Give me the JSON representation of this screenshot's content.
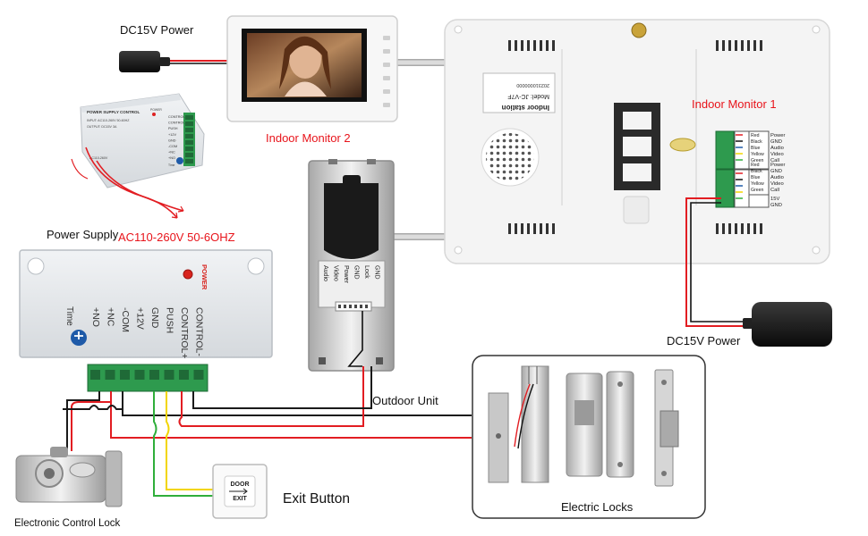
{
  "labels": {
    "dc15v_power_top": "DC15V Power",
    "indoor_monitor_2": "Indoor Monitor 2",
    "indoor_monitor_1": "Indoor Monitor 1",
    "power_supply": "Power Supply",
    "ac_input": "AC110-260V 50-6OHZ",
    "outdoor_unit": "Outdoor Unit",
    "dc15v_power_right": "DC15V Power",
    "exit_button": "Exit Button",
    "electronic_control_lock": "Electronic Control Lock",
    "electric_locks": "Electric Locks"
  },
  "power_supply_box": {
    "power": "POWER",
    "time": "Time",
    "terminals": [
      "+NO",
      "+NC",
      "-COM",
      "+12V",
      "GND",
      "PUSH",
      "CONTROL+",
      "CONTROL-"
    ]
  },
  "small_power_box": {
    "title": "POWER SUPPLY CONTROL",
    "input": "INPUT: AC110-260V 50-60HZ",
    "output": "OUTPUT: DC15V 3A",
    "model": "AC110-260V",
    "terminals": [
      "CONTROL",
      "CONTROL",
      "PUSH",
      "+12V",
      "GND",
      "-COM",
      "+NC",
      "+NO"
    ],
    "power": "POWER",
    "time": "Time"
  },
  "monitor_back": {
    "label_lines": [
      "Indoor station",
      "Model: JC-V7F",
      "202310000000"
    ],
    "terminal_group_1": [
      "Power",
      "GND",
      "Audio",
      "Video",
      "Call"
    ],
    "terminal_group_2": [
      "Power",
      "GND",
      "Audio",
      "Video",
      "Call"
    ],
    "terminal_group_3": [
      "15V",
      "GND"
    ],
    "wire_colors_1": [
      "Red",
      "Black",
      "Blue",
      "Yellow",
      "Green"
    ],
    "wire_colors_2": [
      "Red",
      "Black",
      "Blue",
      "Yellow",
      "Green"
    ]
  },
  "outdoor_unit_back": {
    "terminal_labels": [
      "Audio",
      "Video",
      "Power",
      "GND",
      "Lock",
      "GND"
    ]
  },
  "exit_button_panel": {
    "line1": "DOOR",
    "line2": "EXIT"
  },
  "colors": {
    "accent_red": "#e8141b",
    "wire_red": "#e21d22",
    "wire_black": "#1a1a1a",
    "wire_yellow": "#f2d500",
    "wire_green": "#2fae3a",
    "cable_gray": "#c9c9c9",
    "terminal_green": "#2e9a4e"
  }
}
